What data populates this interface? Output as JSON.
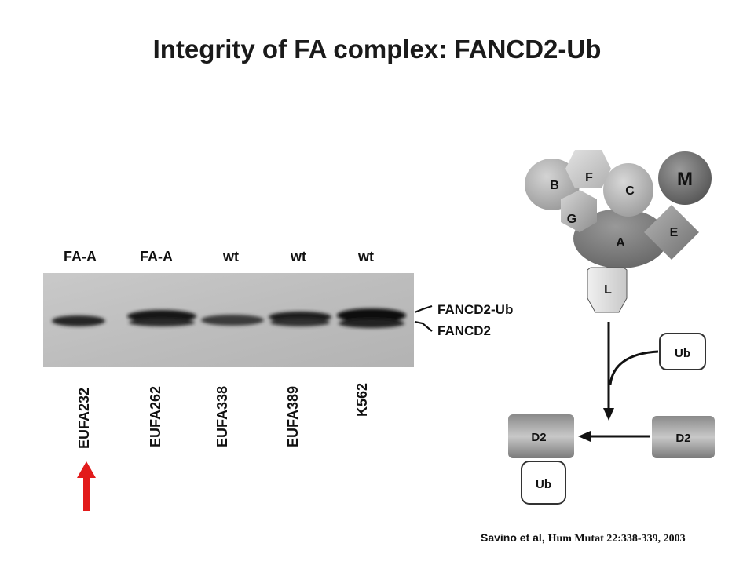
{
  "title": "Integrity of FA complex: FANCD2-Ub",
  "blot": {
    "lanes": [
      {
        "top_label": "FA-A",
        "bottom_label": "EUFA232"
      },
      {
        "top_label": "FA-A",
        "bottom_label": "EUFA262"
      },
      {
        "top_label": "wt",
        "bottom_label": "EUFA338"
      },
      {
        "top_label": "wt",
        "bottom_label": "EUFA389"
      },
      {
        "top_label": "wt",
        "bottom_label": "K562"
      }
    ],
    "band_labels": {
      "upper": "FANCD2-Ub",
      "lower": "FANCD2"
    }
  },
  "complex": {
    "subunits": {
      "B": "B",
      "F": "F",
      "C": "C",
      "M": "M",
      "G": "G",
      "A": "A",
      "E": "E",
      "L": "L"
    }
  },
  "pathway": {
    "ub_top": "Ub",
    "d2_left": "D2",
    "d2_right": "D2",
    "ub_bottom": "Ub"
  },
  "citation": {
    "authors": "Savino et al,",
    "journal": "Hum Mutat 22:338-339, 2003"
  },
  "colors": {
    "arrow": "#e21b1b"
  }
}
